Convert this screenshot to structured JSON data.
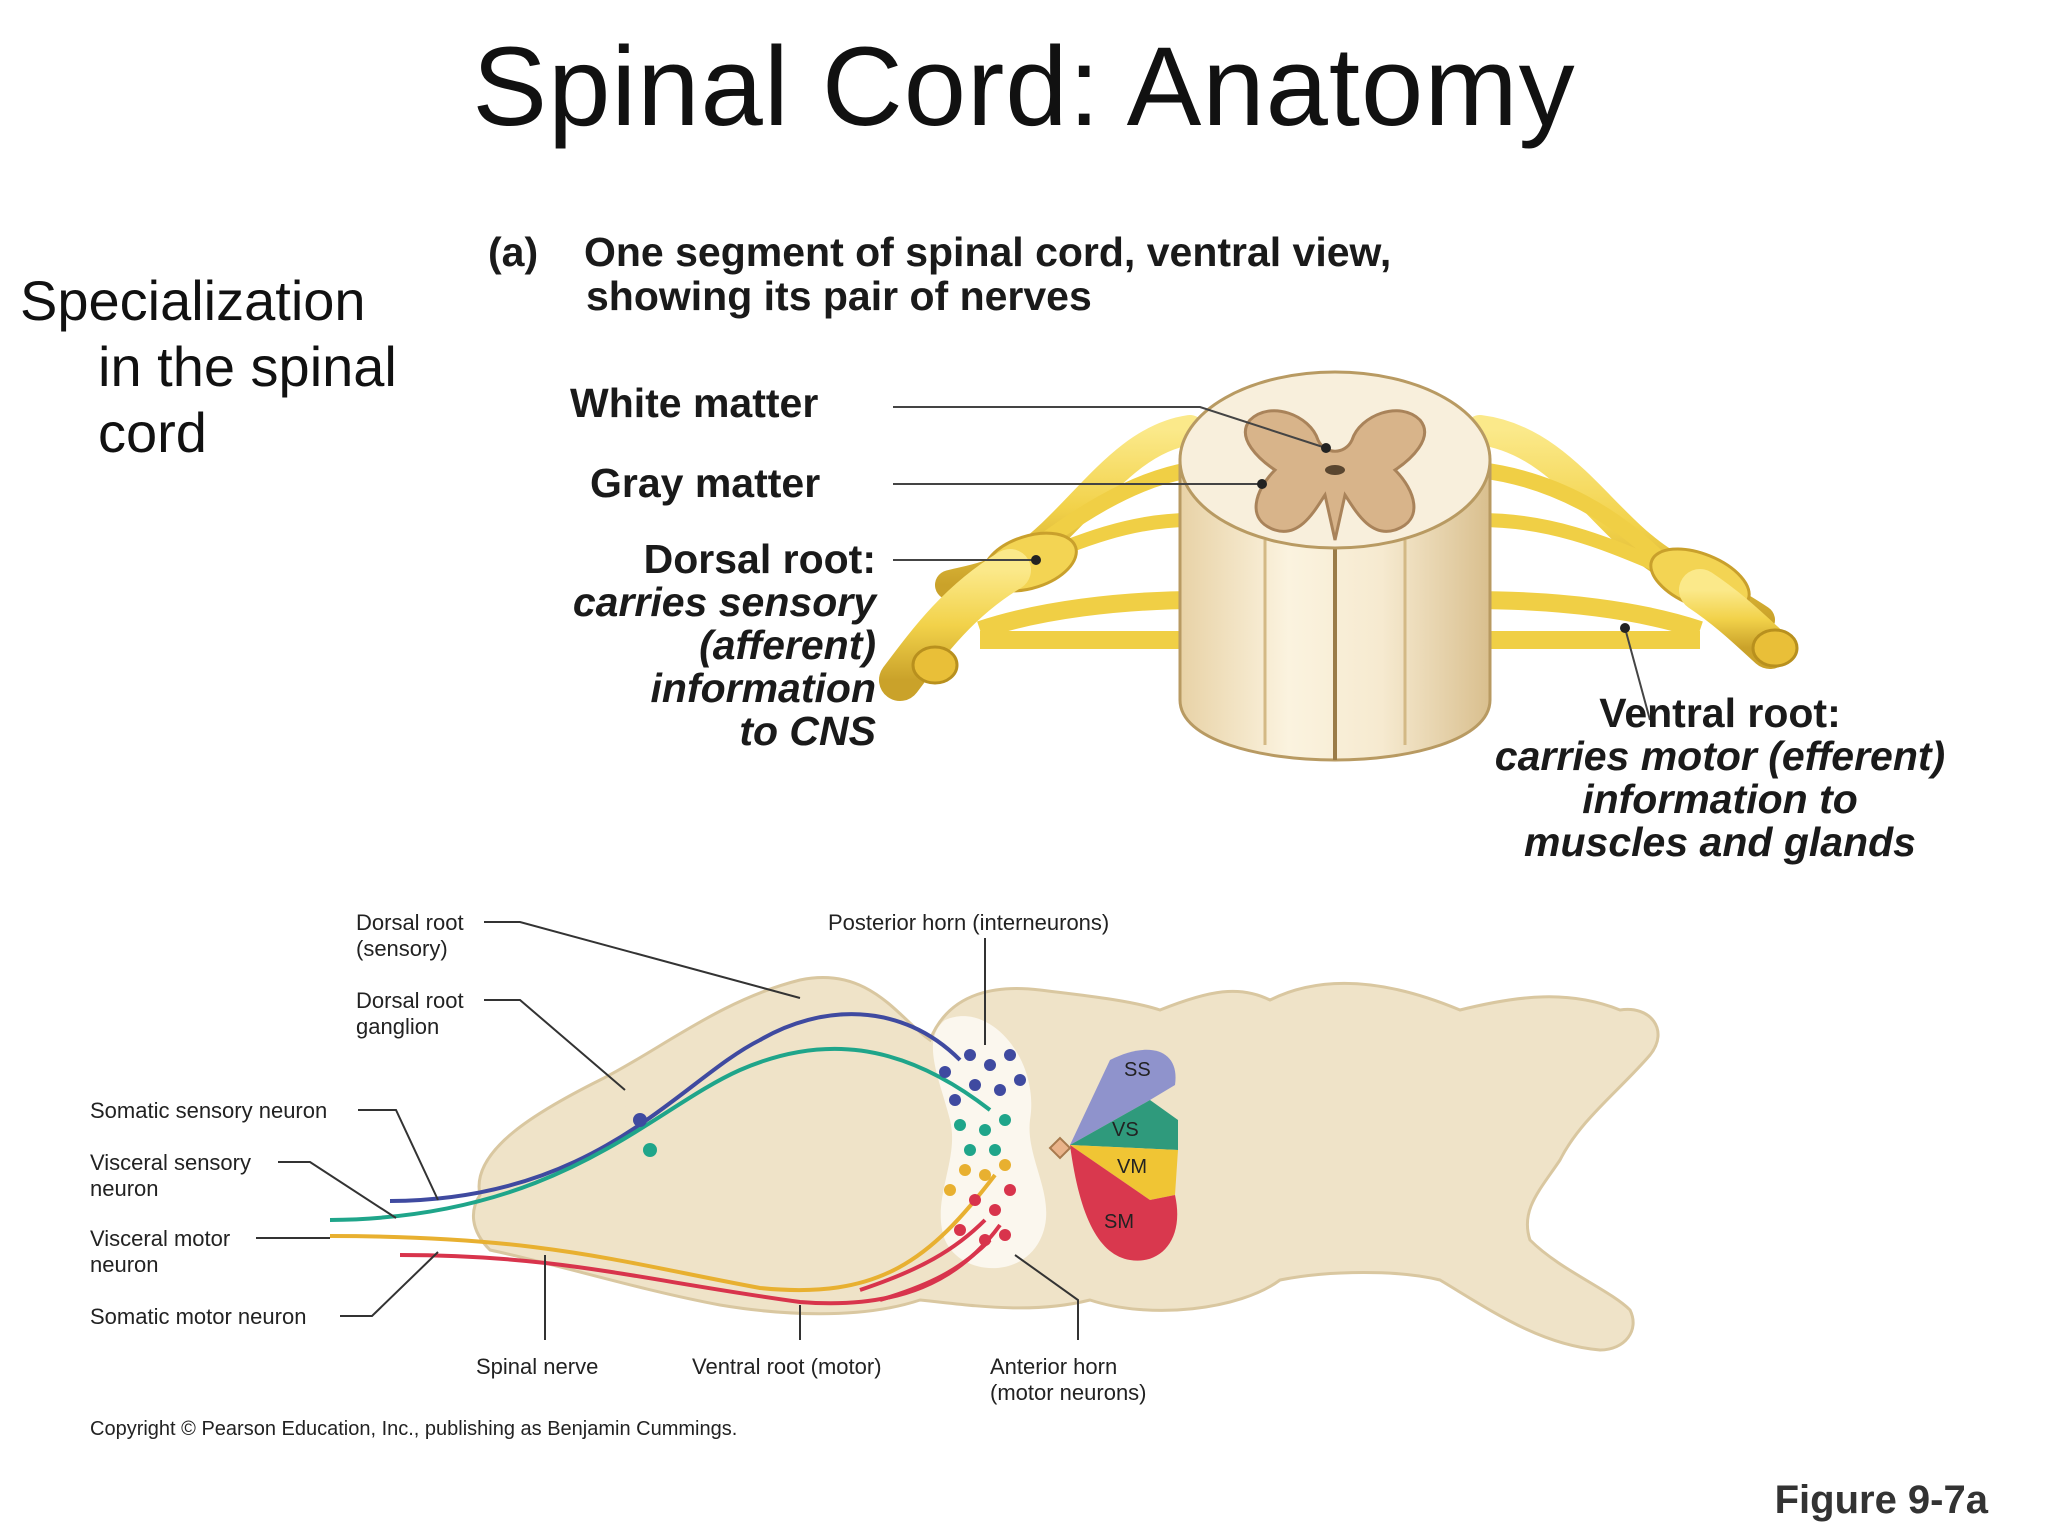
{
  "title": "Spinal Cord: Anatomy",
  "side_text": [
    "Specialization",
    "in the spinal",
    "cord"
  ],
  "panel_a": {
    "tag": "(a)",
    "caption_line1": "One segment of spinal cord, ventral view,",
    "caption_line2": "showing its pair of nerves",
    "white_matter": "White matter",
    "gray_matter": "Gray matter",
    "dorsal_root": "Dorsal root:",
    "dorsal_desc": [
      "carries sensory",
      "(afferent)",
      "information",
      "to CNS"
    ],
    "ventral_root": "Ventral root:",
    "ventral_desc": [
      "carries motor (efferent)",
      "information to",
      "muscles and glands"
    ]
  },
  "panel_b": {
    "dorsal_root": [
      "Dorsal root",
      "(sensory)"
    ],
    "dorsal_ganglion": [
      "Dorsal root",
      "ganglion"
    ],
    "somatic_sensory": "Somatic sensory neuron",
    "visceral_sensory": [
      "Visceral sensory",
      "neuron"
    ],
    "visceral_motor": [
      "Visceral motor",
      "neuron"
    ],
    "somatic_motor": "Somatic motor neuron",
    "spinal_nerve": "Spinal nerve",
    "ventral_root": "Ventral root (motor)",
    "anterior_horn": [
      "Anterior horn",
      "(motor neurons)"
    ],
    "posterior_horn": "Posterior horn (interneurons)",
    "regions": [
      "SS",
      "VS",
      "VM",
      "SM"
    ]
  },
  "copyright": "Copyright © Pearson Education, Inc., publishing as Benjamin Cummings.",
  "figure": "Figure 9-7a",
  "colors": {
    "nerve_yellow": "#f2d24a",
    "cord_cream": "#f4e6c8",
    "gray_matter": "#d8b48a",
    "tissue": "#efe3c8",
    "somatic_sensory": "#3f4aa0",
    "visceral_sensory": "#1fa58a",
    "visceral_motor": "#e8b030",
    "somatic_motor": "#d8344c",
    "ss": "#8f93cc",
    "vs": "#2f9a7c",
    "vm": "#f0c534",
    "sm": "#d9384e"
  }
}
